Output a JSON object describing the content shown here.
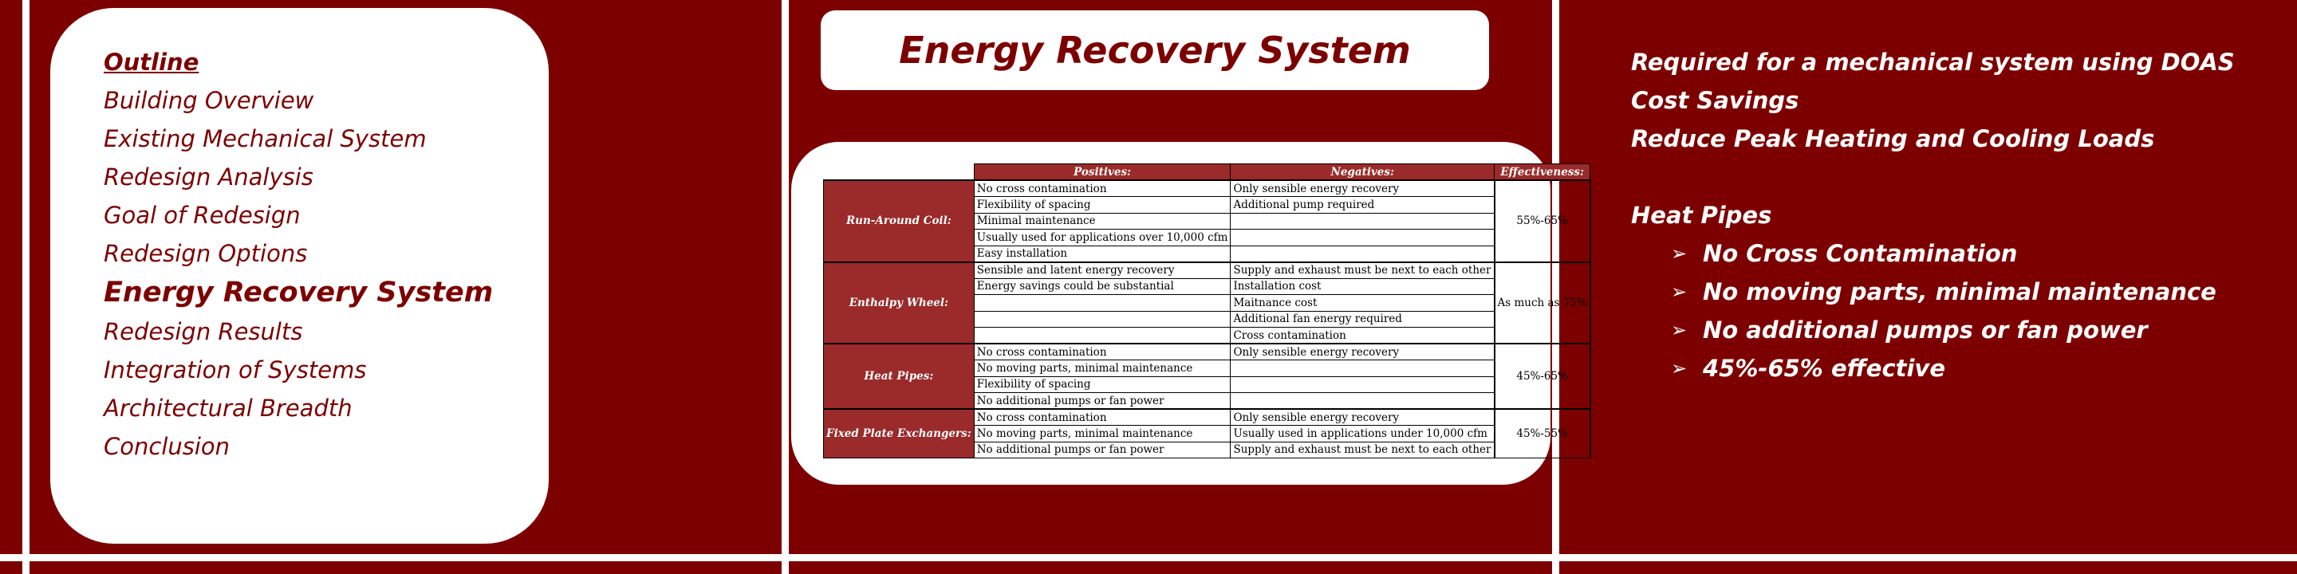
{
  "outline": {
    "heading": "Outline",
    "items": [
      {
        "label": "Building Overview",
        "current": false
      },
      {
        "label": "Existing Mechanical System",
        "current": false
      },
      {
        "label": "Redesign Analysis",
        "current": false
      },
      {
        "label": "Goal of Redesign",
        "current": false
      },
      {
        "label": "Redesign Options",
        "current": false
      },
      {
        "label": "Energy Recovery System",
        "current": true
      },
      {
        "label": "Redesign Results",
        "current": false
      },
      {
        "label": "Integration of Systems",
        "current": false
      },
      {
        "label": "Architectural Breadth",
        "current": false
      },
      {
        "label": "Conclusion",
        "current": false
      }
    ]
  },
  "title": "Energy Recovery System",
  "table": {
    "headers": {
      "positives": "Positives:",
      "negatives": "Negatives:",
      "effectiveness": "Effectiveness:"
    },
    "groups": [
      {
        "name": "Run-Around Coil:",
        "effectiveness": "55%-65%",
        "rows": [
          {
            "pos": "No cross contamination",
            "neg": "Only sensible energy recovery"
          },
          {
            "pos": "Flexibility of spacing",
            "neg": "Additional pump required"
          },
          {
            "pos": "Minimal maintenance",
            "neg": ""
          },
          {
            "pos": "Usually used for applications over 10,000 cfm",
            "neg": ""
          },
          {
            "pos": "Easy installation",
            "neg": ""
          }
        ]
      },
      {
        "name": "Enthalpy Wheel:",
        "effectiveness": "As much as 75%",
        "rows": [
          {
            "pos": "Sensible and latent energy recovery",
            "neg": "Supply and exhaust must be next to each other"
          },
          {
            "pos": "Energy savings could be substantial",
            "neg": "Installation cost"
          },
          {
            "pos": "",
            "neg": "Maitnance cost"
          },
          {
            "pos": "",
            "neg": "Additional fan energy required"
          },
          {
            "pos": "",
            "neg": "Cross contamination"
          }
        ]
      },
      {
        "name": "Heat Pipes:",
        "effectiveness": "45%-65%",
        "rows": [
          {
            "pos": "No cross contamination",
            "neg": "Only sensible energy recovery"
          },
          {
            "pos": "No moving parts, minimal maintenance",
            "neg": ""
          },
          {
            "pos": "Flexibility of spacing",
            "neg": ""
          },
          {
            "pos": "No additional pumps or fan power",
            "neg": ""
          }
        ]
      },
      {
        "name": "Fixed Plate Exchangers:",
        "effectiveness": "45%-55%",
        "rows": [
          {
            "pos": "No cross contamination",
            "neg": "Only sensible energy recovery"
          },
          {
            "pos": "No moving parts, minimal maintenance",
            "neg": "Usually used in applications under 10,000 cfm"
          },
          {
            "pos": "No additional pumps or fan power",
            "neg": "Supply and exhaust must be next to each other"
          }
        ]
      }
    ]
  },
  "right": {
    "points": [
      "Required for a mechanical system using DOAS",
      "Cost Savings",
      "Reduce Peak Heating and Cooling Loads"
    ],
    "subheading": "Heat Pipes",
    "bullet_symbol": "➢",
    "bullets": [
      "No Cross Contamination",
      "No moving parts, minimal maintenance",
      "No additional pumps or fan power",
      "45%-65% effective"
    ]
  },
  "colors": {
    "background": "#7d0000",
    "panel": "#ffffff",
    "table_header": "#9b2a2a"
  }
}
